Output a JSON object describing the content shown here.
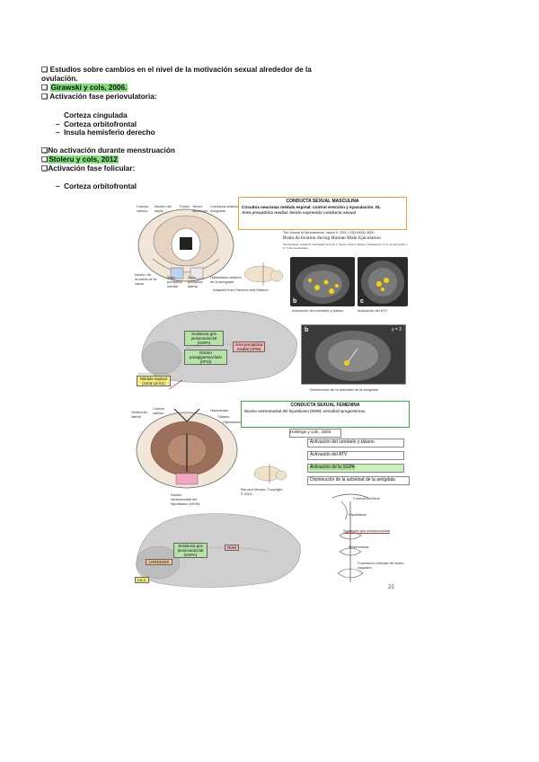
{
  "notes": {
    "line1": "❏ Estudios sobre cambios en el nivel de la motivación sexual alrededor de la",
    "line2": "ovulación.",
    "line3_prefix": "❏ ",
    "line3_ref": "Girawski y cols, 2006.",
    "line4": "❏ Activación fase periovulatoria:",
    "list1": [
      "Corteza cingulada",
      "Corteza orbitofrontal",
      "Insula hemisferio derecho"
    ],
    "line5": "❏No activación durante menstruación",
    "line6_prefix": "❏",
    "line6_ref": "Stoleru y cols, 2012",
    "line7": "❏Activación fase folicular:",
    "list2": [
      "Corteza orbitofrontal"
    ]
  },
  "male": {
    "title": "CONDUCTA SEXUAL MASCULINA",
    "line1": "Circuitos neuronas médula espinal: control erección y eyaculación. DL",
    "line2": "Área preoptóica medial, lesión supresión conducta sexual",
    "citation": "The Journal of Neuroscience, March 5, 2003 • 23(5):8000–8000",
    "paper_title": "Brain Activation during Human Male Ejaculation",
    "authors": "Gert Holstege, Janniko R. Georgiadis, Anne M. J. Paans, Linda C. Meiners, Ferdinand H. C. E. van der Graaf, A. A. T. Simone Reinders",
    "fmri_cap1": "Activación del cerebelo y tálamo",
    "fmri_cap2": "Activación del ATV",
    "fmri_cap3": "Disminución de la actividad de la amígdala",
    "fmri_a": "b",
    "fmri_b": "c",
    "fmri_c": "b",
    "fmri_yz": "y = 2",
    "rat_caption": "Adapted from Paxinos and Watson",
    "brain_labels": [
      "Sustancia gris periacueductal (SGPA)",
      "Núcleo paragigantocelular (nPGi)",
      "Área preoptóica medial (APM)",
      "Médula espinal (zona L5-S1)"
    ]
  },
  "female": {
    "title": "CONDUCTA SEXUAL FEMENINA",
    "line1": "Núcleo ventromedial del hipotálamo (NVM): estradiol+progesterona",
    "citation": "Holstege y cols., 2003",
    "items": [
      "Activación del cerebelo y tálamo",
      "Activación del ATV",
      "Activación de la SGPA",
      "Disminución de la actividad de la amígdala"
    ],
    "rat_caption": "Rat and Mouse, Copyright © 2001",
    "brain_labels": [
      "Sustancia gris periacueductal (SGPA)",
      "NVM",
      "LORDOSIS",
      "v.e.s."
    ],
    "spine_labels": [
      "Corteza cerebral",
      "Hipotálamo",
      "Sustancia gris periacueductal",
      "Mesencéfalo",
      "Formación reticular del bulbo raquídeo"
    ]
  },
  "page_number": "22",
  "colors": {
    "highlight": "#7fe07a",
    "male_border": "#e8a33a",
    "female_border": "#3aa64a"
  }
}
